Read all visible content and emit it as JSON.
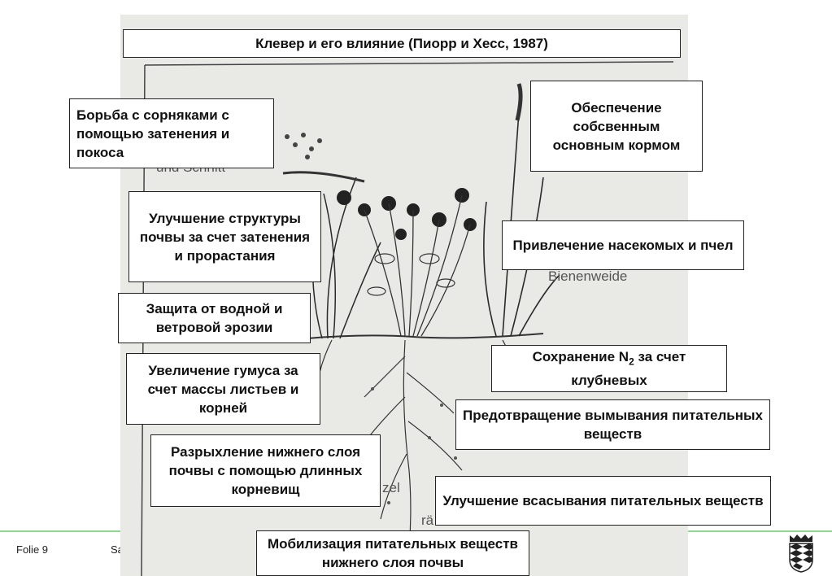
{
  "title": "Клевер и его влияние (Пиорр и Хесс, 1987)",
  "labels": {
    "weeds": "Борьба с сорняками с помощью затенения и покоса",
    "feed": "Обеспечение собсвенным основным кормом",
    "structure": "Улучшение структуры почвы за счет  затенения и прорастания",
    "insects": "Привлечение насекомых и пчел",
    "erosion": "Защита от водной и ветровой  эрозии",
    "nitrogen_pre": "Сохранение N",
    "nitrogen_sub": "2",
    "nitrogen_post": " за счет клубневых",
    "humus": "Увеличение гумуса за счет массы листьев и корней",
    "leaching": "Предотвращение вымывания питательных веществ",
    "loosening": "Разрыхление нижнего слоя почвы с помощью длинных корневищ",
    "absorption": "Улучшение всасывания питательных веществ",
    "mobilization": "Мобилизация питательных веществ нижнего слоя почвы"
  },
  "background_text": {
    "schnitt": "und Schnitt",
    "bienenweide": "Bienenweide",
    "zel": "zel",
    "ra": "rä"
  },
  "footer": {
    "slide": "Folie 9",
    "mid": "Sa"
  },
  "colors": {
    "rule": "#8fd88f",
    "ink": "#111111",
    "photo_bg": "#e9e9e6"
  }
}
